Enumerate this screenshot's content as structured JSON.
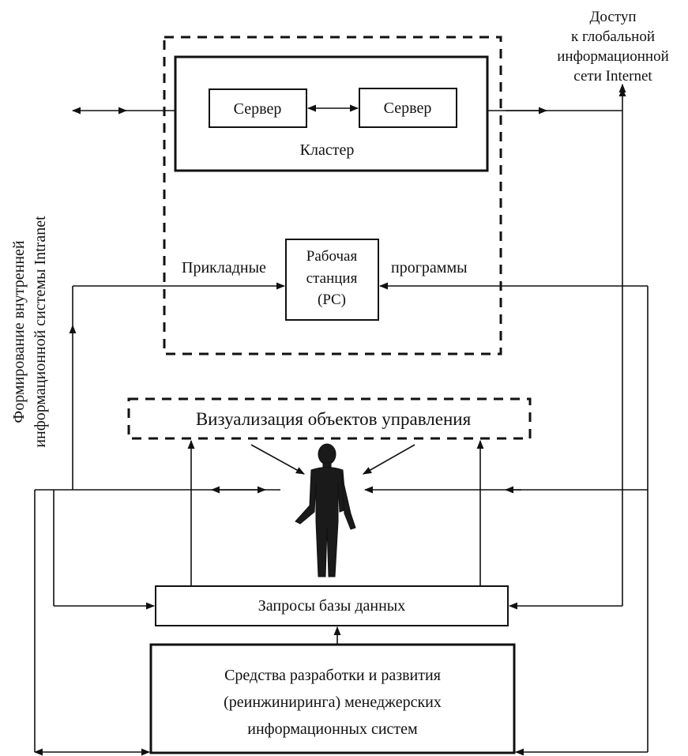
{
  "labels": {
    "server_left": "Сервер",
    "server_right": "Сервер",
    "cluster": "Кластер",
    "applied": "Прикладные",
    "programs": "программы",
    "workstation_line1": "Рабочая",
    "workstation_line2": "станция",
    "workstation_line3": "(PC)",
    "visualization": "Визуализация объектов управления",
    "db_queries": "Запросы базы данных",
    "dev_tools_line1": "Средства разработки и развития",
    "dev_tools_line2": "(реинжиниринга) менеджерских",
    "dev_tools_line3": "информационных систем",
    "internet_line1": "Доступ",
    "internet_line2": "к глобальной",
    "internet_line3": "информационной",
    "internet_line4": "сети Internet",
    "intranet_line1": "Формирование внутренней",
    "intranet_line2": "информационной системы Intranet"
  }
}
